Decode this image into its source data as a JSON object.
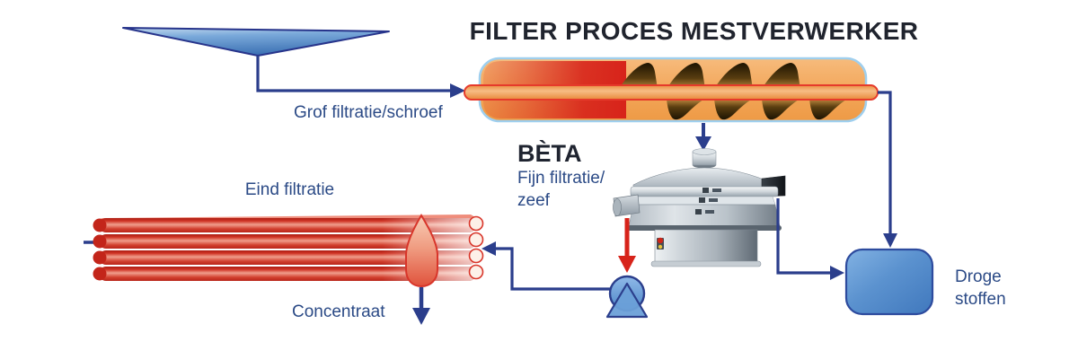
{
  "diagram": {
    "title": "FILTER PROCES MESTVERWERKER",
    "hopper": {
      "flow_label": "Grof filtratie/schroef"
    },
    "fine_filtration": {
      "brand": "BÈTA",
      "label_line1": "Fijn filtratie/",
      "label_line2": "zeef"
    },
    "final_filtration": {
      "label": "Eind filtratie",
      "concentrate_label": "Concentraat"
    },
    "dry_output": {
      "label_line1": "Droge",
      "label_line2": "stoffen"
    },
    "colors": {
      "line_navy": "#2b3e8c",
      "label_blue": "#2b4a86",
      "title_dark": "#20242e",
      "process_red": "#d7231a",
      "press_orange": "#f3a75b",
      "press_outline_blue": "#9fcfee",
      "water_blue": "#5b92cf",
      "machine_grey": "#aab4bc"
    }
  }
}
